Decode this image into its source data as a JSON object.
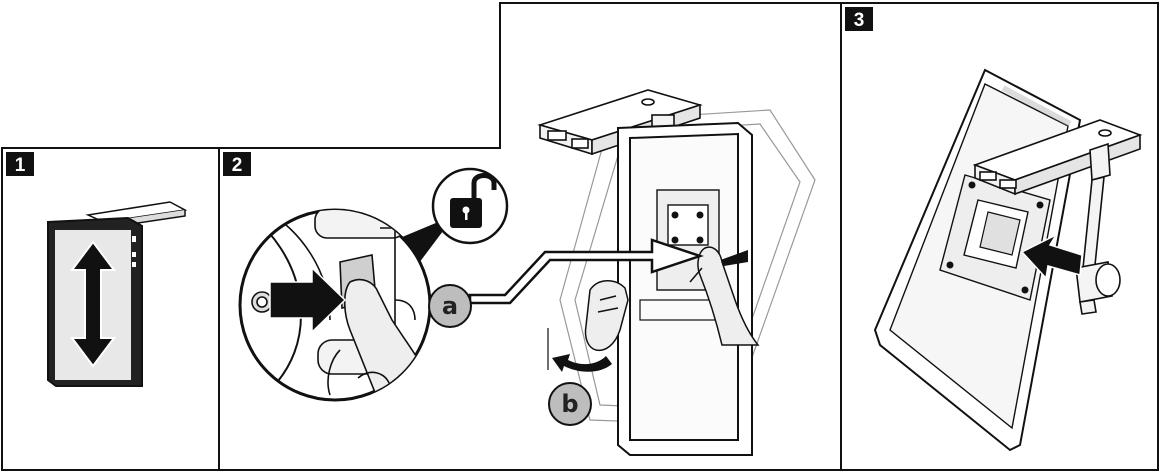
{
  "steps": [
    {
      "number": "1"
    },
    {
      "number": "2"
    },
    {
      "number": "3"
    }
  ],
  "callouts": [
    {
      "letter": "a"
    },
    {
      "letter": "b"
    }
  ],
  "icons": {
    "step1": "vertical-double-arrow-icon",
    "step2_lock": "unlocked-padlock-icon",
    "step2_push": "push-arrow-icon",
    "step2_rotate": "curved-rotate-arrow-icon",
    "step3_push": "push-arrow-icon"
  },
  "colors": {
    "line": "#111111",
    "badge": "#111111",
    "callout_fill": "#bdbdbd",
    "screen_fill": "#e8e8e8",
    "skin": "#e6e6e6"
  }
}
